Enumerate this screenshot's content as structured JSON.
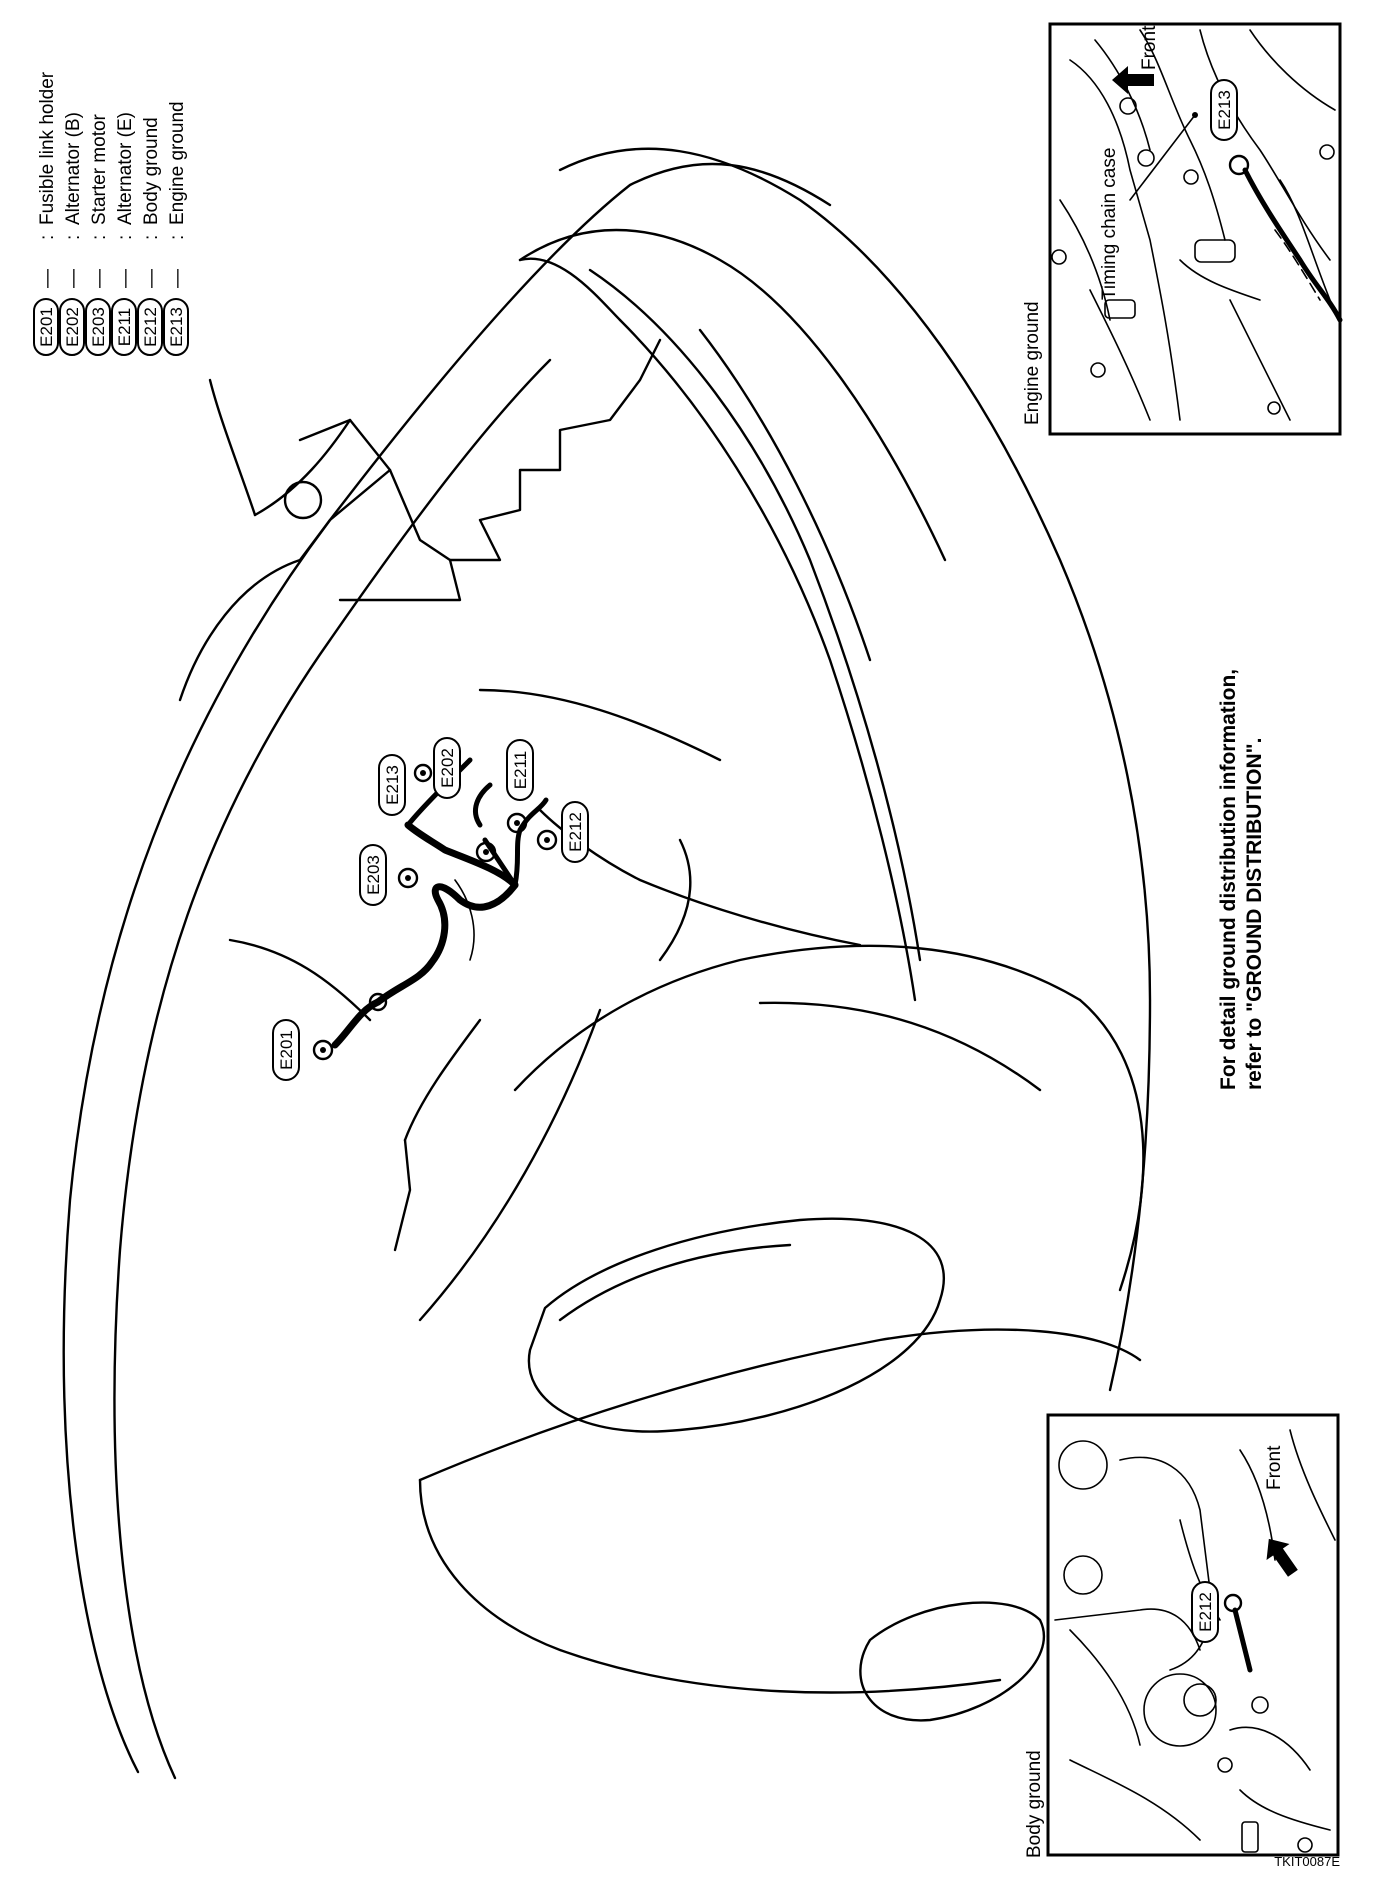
{
  "legend": [
    {
      "code": "E201",
      "dash": "—",
      "colon": ":",
      "desc": "Fusible link holder"
    },
    {
      "code": "E202",
      "dash": "—",
      "colon": ":",
      "desc": "Alternator (B)"
    },
    {
      "code": "E203",
      "dash": "—",
      "colon": ":",
      "desc": "Starter motor"
    },
    {
      "code": "E211",
      "dash": "—",
      "colon": ":",
      "desc": "Alternator (E)"
    },
    {
      "code": "E212",
      "dash": "—",
      "colon": ":",
      "desc": "Body ground"
    },
    {
      "code": "E213",
      "dash": "—",
      "colon": ":",
      "desc": "Engine ground"
    }
  ],
  "connectors": {
    "e201": "E201",
    "e202": "E202",
    "e203": "E203",
    "e211": "E211",
    "e212": "E212",
    "e213": "E213"
  },
  "note": {
    "line1": "For detail ground distribution information,",
    "line2": "refer to \"GROUND DISTRIBUTION\"."
  },
  "inset_engine": {
    "title": "Engine ground",
    "part_label": "Timing chain case",
    "direction": "Front",
    "connector": "E213"
  },
  "inset_body": {
    "title": "Body ground",
    "direction": "Front",
    "connector": "E212"
  },
  "figure_id": "TKIT0087E"
}
